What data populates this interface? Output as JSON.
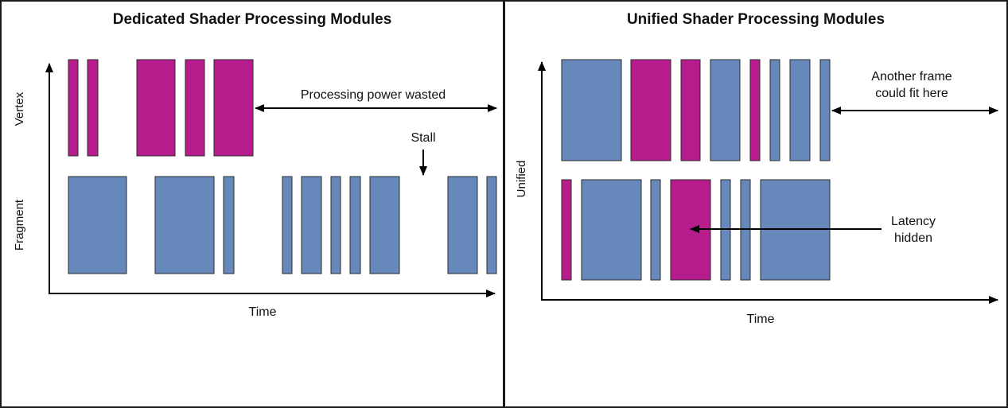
{
  "colors": {
    "vertex_magenta": "#B71C8C",
    "fragment_blue": "#6788BB",
    "bar_stroke": "#2b2b2b",
    "arrow": "#000000"
  },
  "left_panel": {
    "title": "Dedicated Shader Processing Modules",
    "y_label_vertex": "Vertex",
    "y_label_fragment": "Fragment",
    "x_label": "Time",
    "annotation_wasted": "Processing power wasted",
    "annotation_stall": "Stall"
  },
  "right_panel": {
    "title": "Unified Shader Processing Modules",
    "y_label_unified": "Unified",
    "x_label": "Time",
    "annotation_another_frame_line1": "Another frame",
    "annotation_another_frame_line2": "could fit here",
    "annotation_latency_line1": "Latency",
    "annotation_latency_line2": "hidden"
  }
}
